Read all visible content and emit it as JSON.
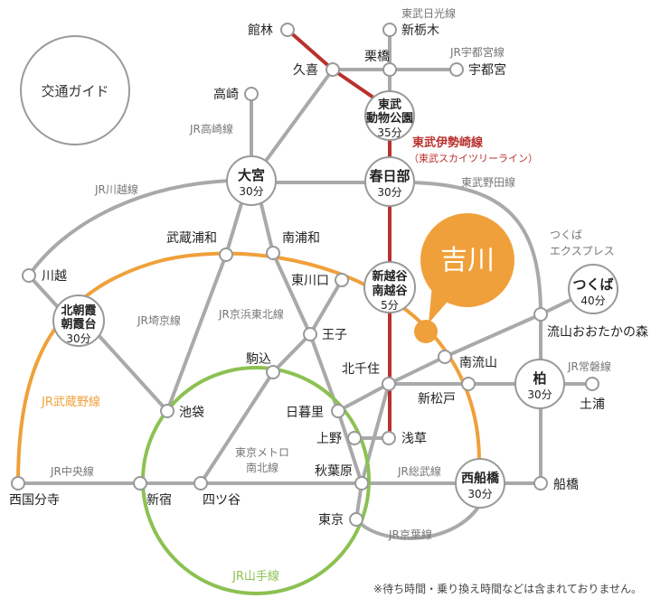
{
  "guide_label": "交通ガイド",
  "note": "※待ち時間・乗り換え時間などは含まれておりません。",
  "colors": {
    "red_line": "#b9312d",
    "orange_line": "#f0a03a",
    "green_line": "#8cc152",
    "gray_line": "#a9a9a9",
    "yoshikawa": "#f0a03a"
  },
  "yoshikawa": {
    "label": "吉川"
  },
  "hubs": {
    "omiya": {
      "name": "大宮",
      "time": "30分"
    },
    "kasukabe": {
      "name": "春日部",
      "time": "30分"
    },
    "tobu_zoo": {
      "name1": "東武",
      "name2": "動物公園",
      "time": "35分"
    },
    "shinkoshigaya": {
      "name1": "新越谷",
      "name2": "南越谷",
      "time": "5分"
    },
    "kitaasaka": {
      "name1": "北朝霞",
      "name2": "朝霞台",
      "time": "30分"
    },
    "tsukuba": {
      "name": "つくば",
      "time": "40分"
    },
    "kashiwa": {
      "name": "柏",
      "time": "30分"
    },
    "nishifunabashi": {
      "name": "西船橋",
      "time": "30分"
    }
  },
  "stations": {
    "tatebayashi": "館林",
    "kuki": "久喜",
    "kurihashi": "栗橋",
    "shintochigi": "新栃木",
    "utsunomiya": "宇都宮",
    "takasaki": "高崎",
    "kawagoe": "川越",
    "musashiurawa": "武蔵浦和",
    "minamiurawa": "南浦和",
    "higashikawaguchi": "東川口",
    "oji": "王子",
    "komagome": "駒込",
    "ikebukuro": "池袋",
    "nippori": "日暮里",
    "kitasenju": "北千住",
    "minaminagareyama": "南流山",
    "shinmatsudo": "新松戸",
    "nagareyama": "流山おおたかの森",
    "tsuchiura": "土浦",
    "ueno": "上野",
    "asakusa": "浅草",
    "akihabara": "秋葉原",
    "tokyo": "東京",
    "funabashi": "船橋",
    "nishikokubunji": "西国分寺",
    "shinjuku": "新宿",
    "yotsuya": "四ツ谷"
  },
  "lines": {
    "tobu_nikko": "東武日光線",
    "jr_utsunomiya": "JR宇都宮線",
    "jr_takasaki": "JR高崎線",
    "tobu_isesaki": "東武伊勢崎線",
    "tobu_skytree": "（東武スカイツリーライン）",
    "jr_kawagoe": "JR川越線",
    "tobu_noda": "東武野田線",
    "tx1": "つくば",
    "tx2": "エクスプレス",
    "jr_saikyo": "JR埼京線",
    "jr_keihin": "JR京浜東北線",
    "jr_musashino": "JR武蔵野線",
    "jr_joban": "JR常磐線",
    "metro1": "東京メトロ",
    "metro2": "南北線",
    "jr_chuo": "JR中央線",
    "jr_sobu": "JR総武線",
    "jr_keiyo": "JR京葉線",
    "jr_yamanote": "JR山手線"
  }
}
